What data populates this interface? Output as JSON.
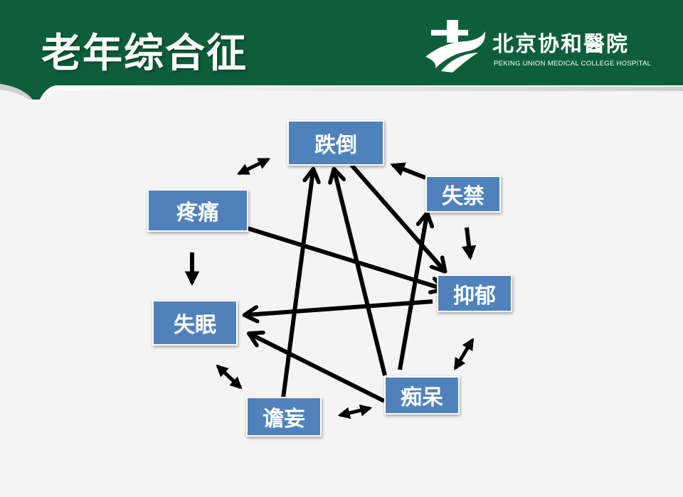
{
  "slide": {
    "title": "老年综合征",
    "colors": {
      "header_green": "#0d5f3a",
      "node_fill": "#4f81bd",
      "arrow": "#000000",
      "background": "#f4f4f5"
    }
  },
  "logo": {
    "name_cn": "北京协和醫院",
    "name_en": "PEKING UNION MEDICAL COLLEGE HOSPITAL"
  },
  "diagram": {
    "nodes": {
      "falls": "跌倒",
      "incontinence": "失禁",
      "pain": "疼痛",
      "depression": "抑郁",
      "insomnia": "失眠",
      "dementia": "痴呆",
      "delirium": "谵妄"
    },
    "edges": [
      {
        "from": "pain",
        "to": "insomnia"
      },
      {
        "from": "incontinence",
        "to": "depression"
      },
      {
        "from": "incontinence",
        "to": "falls"
      },
      {
        "from": "pain",
        "to": "falls",
        "bidirectional": true
      },
      {
        "from": "insomnia",
        "to": "delirium",
        "bidirectional": true
      },
      {
        "from": "delirium",
        "to": "dementia",
        "bidirectional": true
      },
      {
        "from": "depression",
        "to": "dementia",
        "bidirectional": true
      },
      {
        "from": "falls",
        "to": "depression"
      },
      {
        "from": "pain",
        "to": "depression"
      },
      {
        "from": "depression",
        "to": "insomnia"
      },
      {
        "from": "dementia",
        "to": "insomnia"
      },
      {
        "from": "delirium",
        "to": "falls"
      },
      {
        "from": "dementia",
        "to": "falls"
      },
      {
        "from": "dementia",
        "to": "incontinence"
      }
    ]
  }
}
